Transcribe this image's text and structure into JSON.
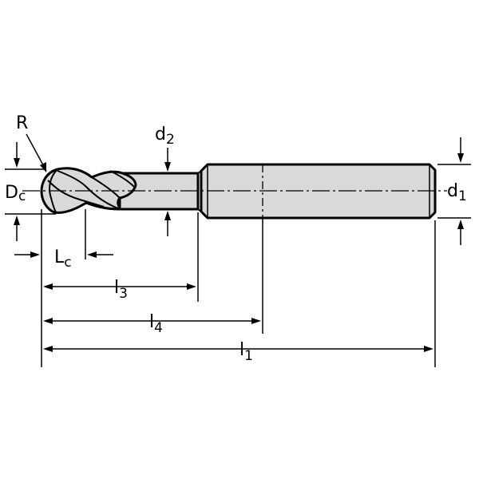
{
  "colors": {
    "line": "#000000",
    "body_fill": "#d9d9d9",
    "background": "#ffffff"
  },
  "labels": {
    "R": "R",
    "Dc": {
      "main": "D",
      "sub": "c"
    },
    "d2": {
      "main": "d",
      "sub": "2"
    },
    "d1": {
      "main": "d",
      "sub": "1"
    },
    "Lc": {
      "main": "L",
      "sub": "c"
    },
    "l3": {
      "main": "l",
      "sub": "3"
    },
    "l4": {
      "main": "l",
      "sub": "4"
    },
    "l1": {
      "main": "l",
      "sub": "1"
    }
  }
}
